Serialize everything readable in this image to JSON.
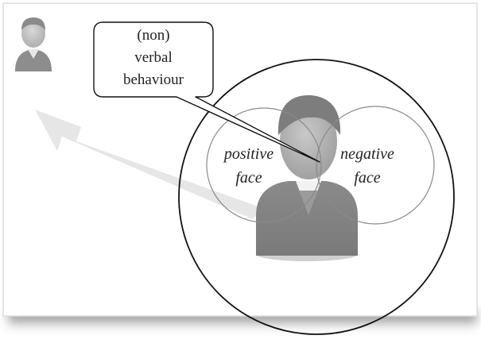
{
  "speech_bubble": {
    "lines": [
      "(non)",
      "verbal",
      "behaviour"
    ]
  },
  "positive_face": {
    "lines": [
      "positive",
      "face"
    ]
  },
  "negative_face": {
    "lines": [
      "negative",
      "face"
    ]
  },
  "colors": {
    "panel_border": "#d8d8d8",
    "shadow": "#6e6e6e",
    "person_fill": "#8f8f8f",
    "person_dark": "#6f6f6f",
    "arrow_fill": "#e3e3e3",
    "outline": "#111111",
    "circle_line": "#8a8a8a"
  }
}
